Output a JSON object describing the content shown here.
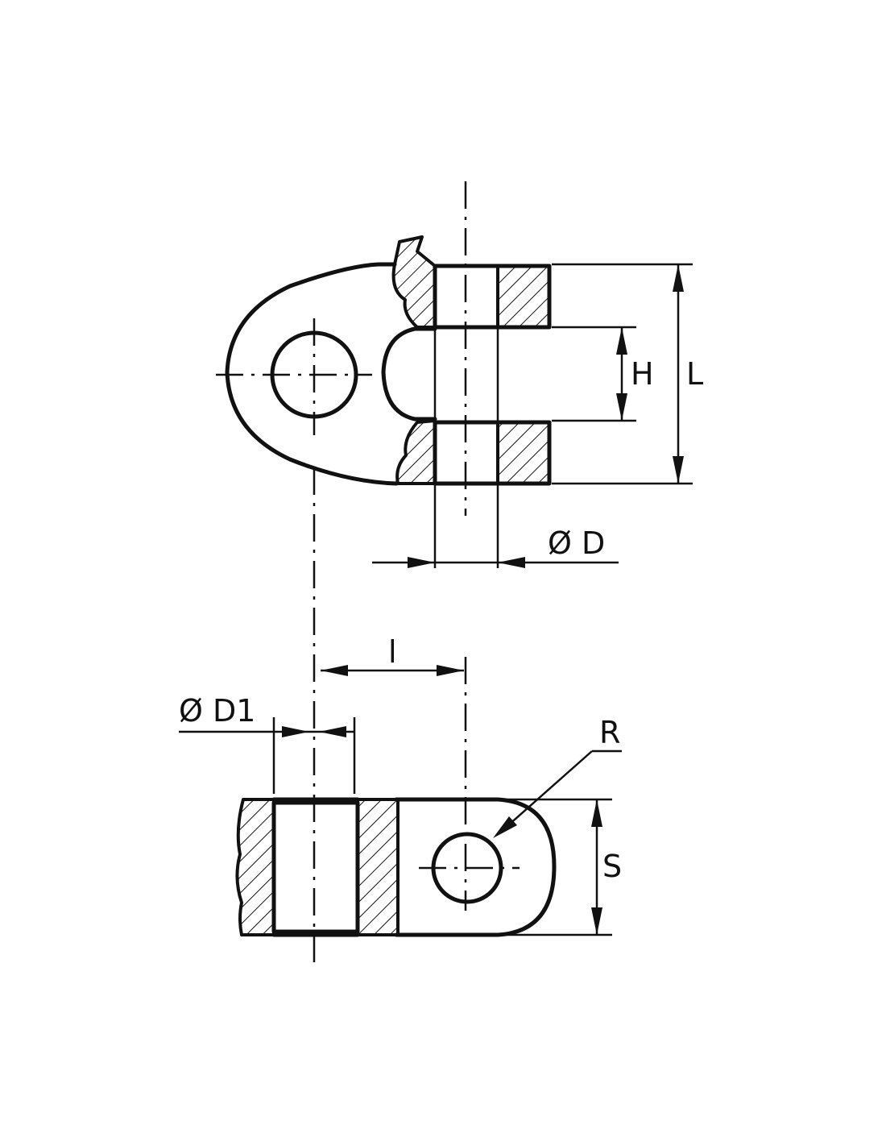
{
  "labels": {
    "H": "H",
    "L": "L",
    "D": "Ø D",
    "l": "l",
    "D1": "Ø D1",
    "R": "R",
    "S": "S"
  },
  "colors": {
    "line": "#111111",
    "background": "#ffffff"
  }
}
